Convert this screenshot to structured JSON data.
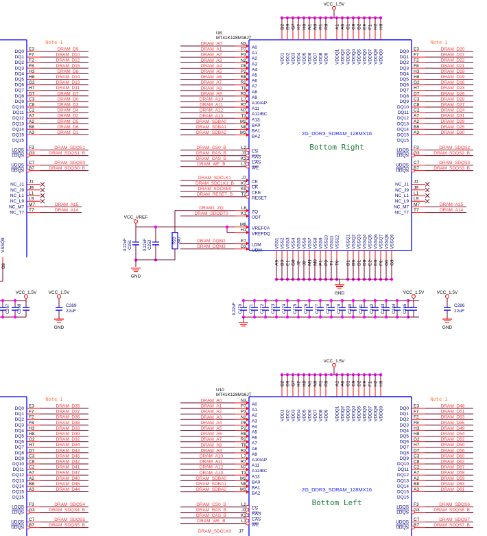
{
  "diagram": {
    "colors": {
      "chip_border": "#0000ff",
      "wire": "#6b0020",
      "pin": "#ff0000",
      "net_label": "#ff3030",
      "note": "#ff8040",
      "junction": "#ff00ff",
      "cap": "#0000ff",
      "pin_text": "#000080",
      "title_green": "#1a7a3a",
      "part_blue": "#2020ff"
    },
    "note_label": "Note 1",
    "power_label": "VCC_1.5V",
    "vref_label": "VCC_VREF",
    "gnd_label": "GND",
    "part_type": "2G_DDR3_SDRAM_128MX16",
    "part_number": "MT41K128M16JT",
    "dq_pin_names": [
      "DQ0",
      "DQ1",
      "DQ2",
      "DQ3",
      "DQ4",
      "DQ5",
      "DQ6",
      "DQ7",
      "DQ8",
      "DQ9",
      "DQ10",
      "DQ11",
      "DQ12",
      "DQ13",
      "DQ14",
      "DQ15"
    ],
    "dq_balls": [
      "E3",
      "F7",
      "F2",
      "F8",
      "H3",
      "H8",
      "G2",
      "H7",
      "D7",
      "C3",
      "C8",
      "C2",
      "A7",
      "A2",
      "B8",
      "A3"
    ],
    "dqs_pins": {
      "ldqs": "LDQS",
      "ldqs_b": "LDQS",
      "udqs": "UDQS",
      "udqs_b": "UDQS",
      "balls": [
        "F3",
        "G3",
        "C7",
        "B7"
      ]
    },
    "nc_pins": {
      "names": [
        "NC_J1",
        "NC_J9",
        "NC_L1",
        "NC_L9",
        "NC_M7",
        "NC_T7"
      ],
      "balls": [
        "J1",
        "J9",
        "L1",
        "L9",
        "M7",
        "T7"
      ],
      "nets": [
        "DRAM_A15",
        "DRAM_A14"
      ]
    },
    "addr_pins": {
      "names": [
        "A0",
        "A1",
        "A2",
        "A3",
        "A4",
        "A5",
        "A6",
        "A7",
        "A8",
        "A9",
        "A10/AP",
        "A11",
        "A12/BC",
        "A13",
        "BA0",
        "BA1",
        "BA2"
      ],
      "balls": [
        "N3",
        "P7",
        "P3",
        "N2",
        "P8",
        "P2",
        "R8",
        "R2",
        "T8",
        "R3",
        "L7",
        "R7",
        "N7",
        "T3",
        "M2",
        "N8",
        "M3"
      ],
      "nets": [
        "DRAM_A0",
        "DRAM_A1",
        "DRAM_A2",
        "DRAM_A3",
        "DRAM_A4",
        "DRAM_A5",
        "DRAM_A6",
        "DRAM_A7",
        "DRAM_A8",
        "DRAM_A9",
        "DRAM_A10",
        "DRAM_A11",
        "DRAM_A12",
        "DRAM_A13",
        "DRAM_SDBA0",
        "DRAM_SDBA1",
        "DRAM_SDBA2"
      ]
    },
    "ctrl_pins": {
      "names": [
        "CS",
        "RAS",
        "CAS",
        "WE"
      ],
      "balls": [
        "L2",
        "J3",
        "K3",
        "L3"
      ],
      "nets": [
        "DRAM_CS0_B",
        "DRAM_RAS_B",
        "DRAM_CAS_B",
        "DRAM_WE_B"
      ]
    },
    "clk_pins": {
      "names": [
        "CK",
        "CK",
        "CKE",
        "RESET"
      ],
      "balls": [
        "J7",
        "K7",
        "K9",
        "T2"
      ],
      "nets": [
        "DRAM_SDCLK1",
        "DRAM_SDCLK1_B",
        "DRAM_SDCKE0",
        "DRAM_RESET_B"
      ]
    },
    "misc_pins": {
      "names": [
        "ZQ",
        "ODT",
        "VREFCA",
        "VREFDQ",
        "LDM",
        "UDM"
      ],
      "balls": [
        "L8",
        "K1",
        "M8",
        "H1",
        "E7",
        "D3"
      ],
      "nets": [
        "DRAM1_ZQ",
        "DRAM_SDODT0",
        "",
        "",
        "DRAM_DQM2",
        "DRAM_DQM3"
      ]
    },
    "vdd_pins": [
      "VDD1",
      "VDD2",
      "VDD3",
      "VDD4",
      "VDD5",
      "VDD6",
      "VDD7",
      "VDD8",
      "VDD9"
    ],
    "vdd_balls": [
      "B2",
      "D9",
      "G7",
      "K2",
      "K8",
      "N1",
      "N9",
      "R1",
      "R9"
    ],
    "vddq_pins": [
      "VDDQ1",
      "VDDQ2",
      "VDDQ3",
      "VDDQ4",
      "VDDQ5",
      "VDDQ6",
      "VDDQ7",
      "VDDQ8",
      "VDDQ9"
    ],
    "vddq_balls": [
      "A1",
      "A8",
      "C1",
      "C9",
      "D2",
      "E9",
      "F1",
      "H2",
      "H9"
    ],
    "vss_pins": [
      "VSS1",
      "VSS2",
      "VSS3",
      "VSS4",
      "VSS5",
      "VSS6",
      "VSS7",
      "VSS8",
      "VSS9",
      "VSS10",
      "VSS11",
      "VSS12"
    ],
    "vss_balls": [
      "A9",
      "B3",
      "E1",
      "G8",
      "J2",
      "J8",
      "M1",
      "M9",
      "P1",
      "P9",
      "T1",
      "T9"
    ],
    "vssq_pins": [
      "VSSQ1",
      "VSSQ2",
      "VSSQ3",
      "VSSQ4",
      "VSSQ5",
      "VSSQ6",
      "VSSQ7",
      "VSSQ8",
      "VSSQ9"
    ],
    "vssq_balls": [
      "B1",
      "B9",
      "D1",
      "D8",
      "E2",
      "E8",
      "F9",
      "G1",
      "G9"
    ],
    "left_partial": {
      "dq_nets": [
        "DRAM_D9",
        "DRAM_D10",
        "DRAM_D12",
        "DRAM_D15",
        "DRAM_D8",
        "DRAM_D14",
        "DRAM_D13",
        "DRAM_D11",
        "DRAM_D7",
        "DRAM_D0",
        "DRAM_D3",
        "DRAM_D4",
        "DRAM_D2",
        "DRAM_D5",
        "DRAM_D6",
        "DRAM_D1"
      ],
      "dqs_nets": [
        "DRAM_SDQS1",
        "DRAM_SDQS1_B",
        "DRAM_SDQS0",
        "DRAM_SDQS0_B"
      ],
      "vss_visible": [
        "VSSQ8",
        "VSSQ9"
      ],
      "vss_ball": "G9",
      "caps": [
        "C267",
        "C268"
      ],
      "bulk_cap": {
        "ref": "C269",
        "value": "22uF"
      }
    },
    "u8": {
      "refdes": "U8",
      "title": "Bottom Right",
      "dq_nets": [
        "DRAM_D20",
        "DRAM_D17",
        "DRAM_D22",
        "DRAM_D21",
        "DRAM_D18",
        "DRAM_D19",
        "DRAM_D16",
        "DRAM_D23",
        "DRAM_D26",
        "DRAM_D28",
        "DRAM_D27",
        "DRAM_D24",
        "DRAM_D31",
        "DRAM_D29",
        "DRAM_D25",
        "DRAM_D30"
      ],
      "dqs_nets": [
        "DRAM_SDQS2",
        "DRAM_SDQS2_B",
        "DRAM_SDQS3",
        "DRAM_SDQS3_B"
      ],
      "vref_caps": [
        {
          "ref": "C251",
          "value": "0.22uF"
        },
        {
          "ref": "C252",
          "value": "0.22uF"
        }
      ],
      "zq_res": {
        "ref": "R93",
        "value": "240"
      },
      "decaps": [
        "C270",
        "C271",
        "C272",
        "C273",
        "C274",
        "C275",
        "C276",
        "C277",
        "C278",
        "C279",
        "C280",
        "C281",
        "C282",
        "C283",
        "C284",
        "C285"
      ],
      "decap_value": "0.22uF",
      "bulk_cap": {
        "ref": "C286",
        "value": "22uF"
      }
    },
    "u10": {
      "refdes": "U10",
      "title": "Bottom Left",
      "left_dq_nets": [
        "DRAM_D35",
        "DRAM_D37",
        "DRAM_D36",
        "DRAM_D38",
        "DRAM_D33",
        "DRAM_D39",
        "DRAM_D32",
        "DRAM_D34",
        "DRAM_D43",
        "DRAM_D45",
        "DRAM_D42",
        "DRAM_D41",
        "DRAM_D47",
        "DRAM_D40",
        "DRAM_D46",
        "DRAM_D44"
      ],
      "left_dqs_nets": [
        "DRAM_SDQS4",
        "DRAM_SDQS4_B",
        "DRAM_SDQS5",
        "DRAM_SDQS5_B"
      ],
      "dq_nets": [
        "DRAM_D48",
        "DRAM_D51",
        "DRAM_D53",
        "DRAM_D55",
        "DRAM_D49",
        "DRAM_D54",
        "DRAM_D52",
        "DRAM_D50",
        "DRAM_D56",
        "DRAM_D60",
        "DRAM_D62",
        "DRAM_D57",
        "DRAM_D58",
        "DRAM_D59",
        "DRAM_D63",
        "DRAM_D61"
      ],
      "dqs_nets": [
        "DRAM_SDQS6",
        "DRAM_SDQS6_B",
        "DRAM_SDQS7",
        "DRAM_SDQS7_B"
      ],
      "clk_net": "DRAM_SDCLK0"
    }
  }
}
